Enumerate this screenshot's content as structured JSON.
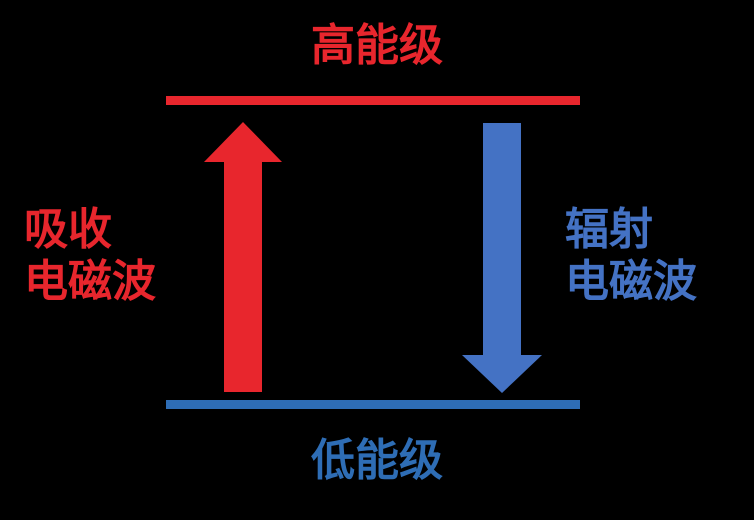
{
  "levels": {
    "high": {
      "label": "高能级",
      "color": "#e8262d"
    },
    "low": {
      "label": "低能级",
      "color": "#2e6db5"
    }
  },
  "absorption": {
    "line1": "吸收",
    "line2": "电磁波",
    "color": "#e8262d"
  },
  "emission": {
    "line1": "辐射",
    "line2": "电磁波",
    "color": "#4472c4"
  }
}
